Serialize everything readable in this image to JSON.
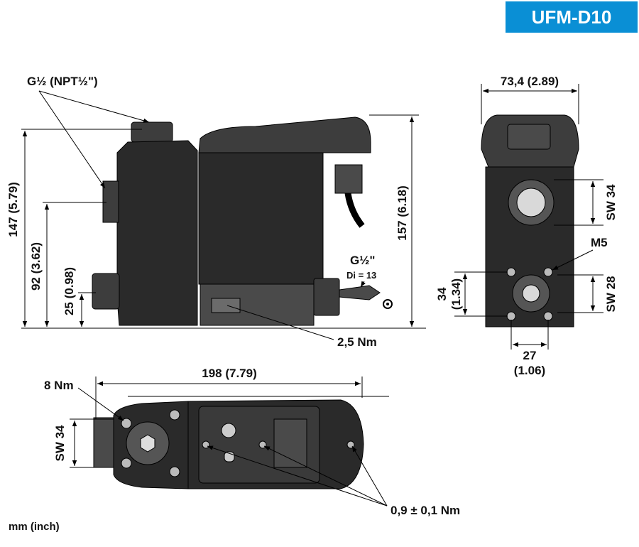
{
  "header": {
    "model": "UFM-D10"
  },
  "side_view": {
    "thread_label": "G½ (NPT½\")",
    "height_total_inlet": "147 (5.79)",
    "height_inlet_center": "92 (3.62)",
    "height_outlet_center": "25 (0.98)",
    "height_total": "157 (6.18)",
    "hose_connector": "G½\"",
    "hose_inner_diameter": "Di = 13",
    "torque_bottom": "2,5 Nm"
  },
  "end_view": {
    "width": "73,4 (2.89)",
    "wrench_upper": "SW 34",
    "screw_size": "M5",
    "wrench_lower": "SW 28",
    "vertical_spacing": "34\n(1.34)",
    "vertical_spacing_mm": "34",
    "vertical_spacing_in": "(1.34)",
    "horizontal_spacing_mm": "27",
    "horizontal_spacing_in": "(1.06)"
  },
  "top_view": {
    "length": "198 (7.79)",
    "torque_bolts": "8 Nm",
    "wrench": "SW 34",
    "torque_screws": "0,9 ± 0,1 Nm"
  },
  "footer": {
    "units": "mm (inch)"
  },
  "icons": [
    "arrow-icon",
    "ground-symbol-icon",
    "hex-nut-icon",
    "screw-head-icon"
  ]
}
